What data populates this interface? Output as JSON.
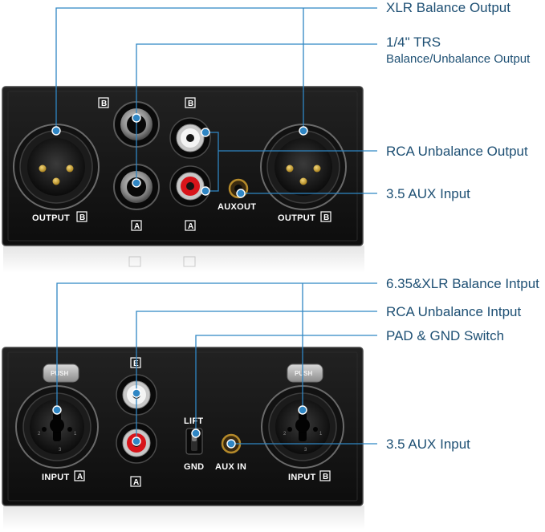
{
  "callouts": {
    "xlr_output": "XLR Balance Output",
    "trs_line1": "1/4\" TRS",
    "trs_line2": "Balance/Unbalance Output",
    "rca_output": "RCA Unbalance Output",
    "aux_input_top": "3.5 AUX Input",
    "combo_input": "6.35&XLR Balance Intput",
    "rca_input": "RCA Unbalance Intput",
    "pad_gnd": "PAD & GND Switch",
    "aux_input_bottom": "3.5 AUX Input"
  },
  "output_panel": {
    "left_label": "OUTPUT",
    "right_label": "OUTPUT",
    "channel_b": "B",
    "channel_a": "A",
    "aux_label": "AUXOUT"
  },
  "input_panel": {
    "left_label": "INPUT",
    "left_channel": "A",
    "right_label": "INPUT",
    "right_channel": "B",
    "rca_top": "E",
    "rca_bottom": "A",
    "lift_label": "LIFT",
    "gnd_label": "GND",
    "aux_label": "AUX IN",
    "push_label": "PUSH"
  },
  "colors": {
    "panel": "#161616",
    "callout_text": "#1d4f73",
    "leader_line": "#2f86c4",
    "rca_red": "#d8141a",
    "rca_white": "#f4f4f4"
  }
}
